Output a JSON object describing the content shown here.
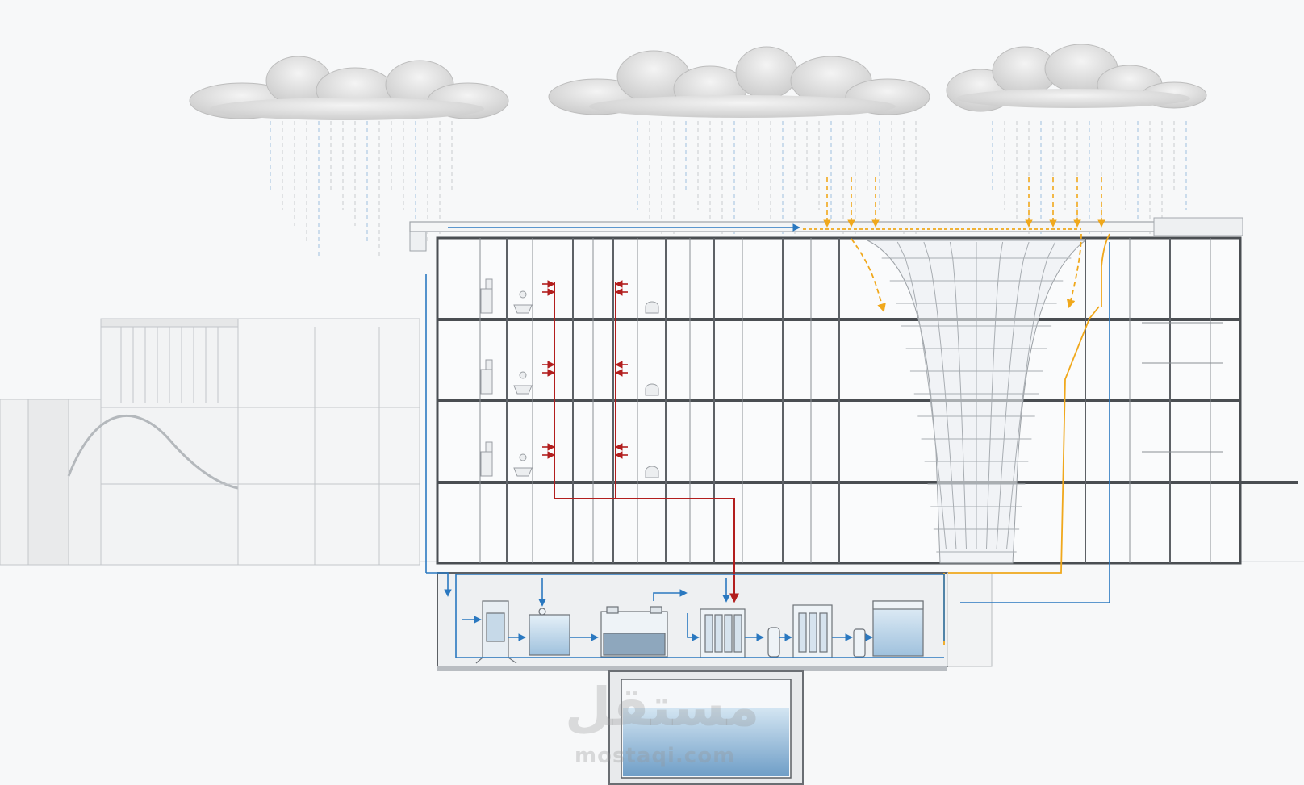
{
  "diagram": {
    "flows": {
      "rainwater": {
        "color": "#f0a81c",
        "description": ""
      },
      "greywater": {
        "color": "#b21e1e",
        "description": ""
      },
      "treated_supply": {
        "color": "#2a78c0",
        "description": ""
      }
    },
    "floors": 4,
    "treatment_units": [
      "screen-filter",
      "sedimentation-tank",
      "biological-reactor",
      "membrane-filter",
      "cartridge-filter",
      "uv-filter-bank",
      "dosing-unit",
      "clean-water-tank"
    ]
  },
  "watermark": {
    "arabic": "مستقل",
    "url": "mostaqi.com"
  }
}
